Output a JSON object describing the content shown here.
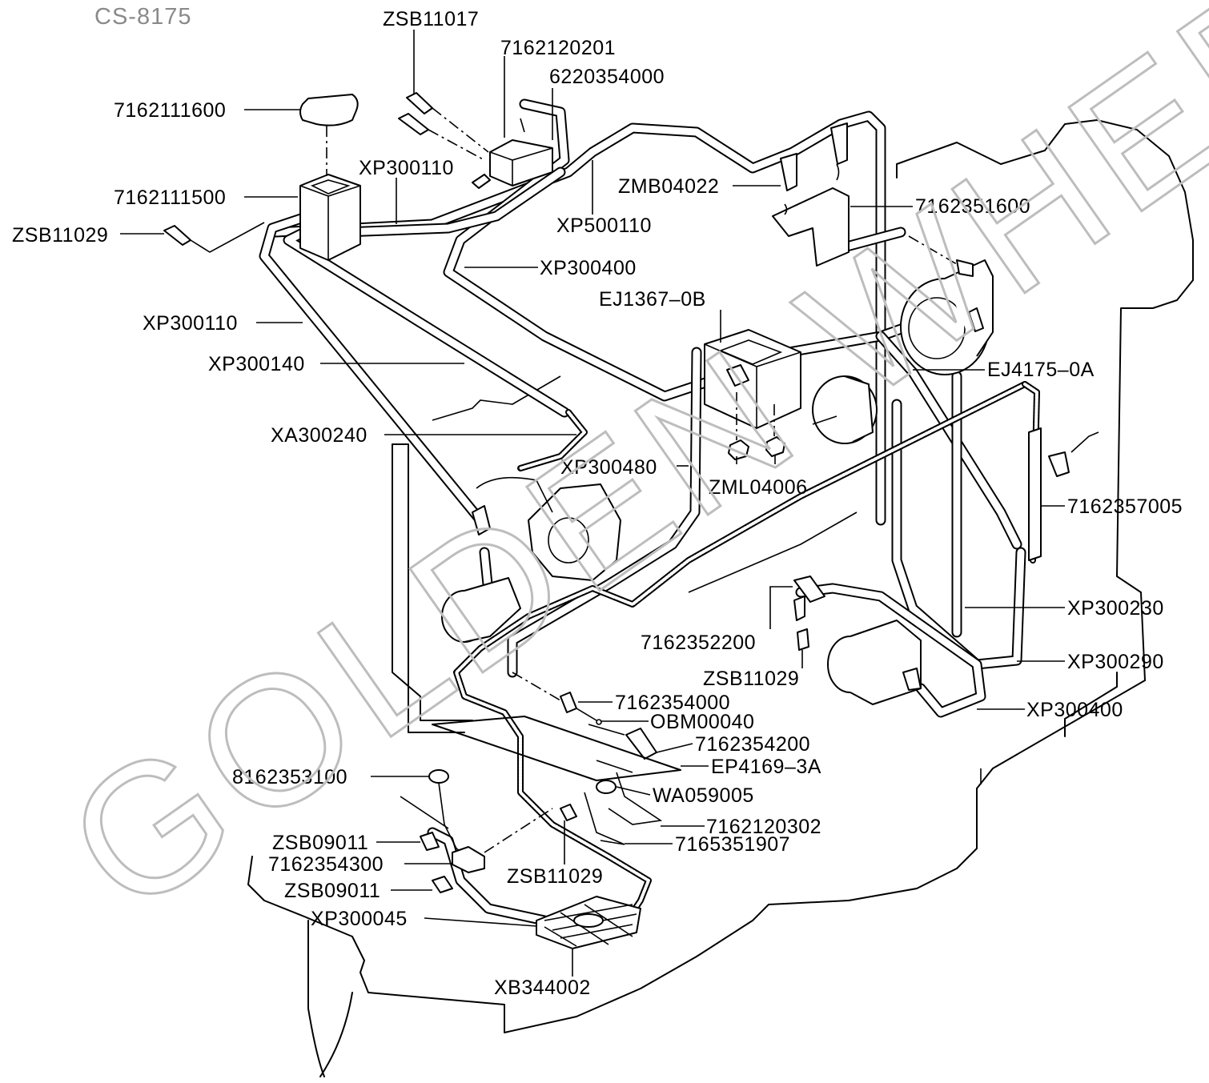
{
  "drawing_code": "CS-8175",
  "watermark": "GOLDEN WHEEL",
  "callouts": {
    "zsb11017": "ZSB11017",
    "p7162120201": "7162120201",
    "p6220354000": "6220354000",
    "p7162111600": "7162111600",
    "xp300110_top": "XP300110",
    "p7162111500": "7162111500",
    "zmb04022": "ZMB04022",
    "p7162351600": "7162351600",
    "xp500110": "XP500110",
    "zsb11029_left": "ZSB11029",
    "xp300400_top": "XP300400",
    "ej1367": "EJ1367–0B",
    "xp300110_left": "XP300110",
    "ej4175": "EJ4175–0A",
    "xp300140": "XP300140",
    "xa300240": "XA300240",
    "xp300480": "XP300480",
    "zml04006": "ZML04006",
    "p7162357005": "7162357005",
    "xp300230": "XP300230",
    "p7162352200": "7162352200",
    "xp300290": "XP300290",
    "zsb11029_mid": "ZSB11029",
    "p7162354000": "7162354000",
    "xp300400_bottom": "XP300400",
    "obm00040": "OBM00040",
    "p7162354200": "7162354200",
    "ep4169": "EP4169–3A",
    "p8162353100": "8162353100",
    "wa059005": "WA059005",
    "p7162120302": "7162120302",
    "zsb09011_a": "ZSB09011",
    "p7165351907": "7165351907",
    "p7162354300": "7162354300",
    "zsb11029_bottom": "ZSB11029",
    "zsb09011_b": "ZSB09011",
    "xp300045": "XP300045",
    "xb344002": "XB344002"
  }
}
